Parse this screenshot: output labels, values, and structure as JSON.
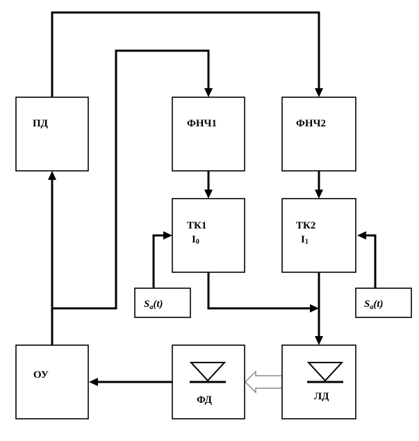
{
  "blocks": {
    "pd": {
      "label": "ПД"
    },
    "fnch1": {
      "label": "ФНЧ1"
    },
    "fnch2": {
      "label": "ФНЧ2"
    },
    "tk1": {
      "label": "ТК1",
      "current": "I",
      "current_sub": "0"
    },
    "tk2": {
      "label": "ТК2",
      "current": "I",
      "current_sub": "1"
    },
    "ou": {
      "label": "ОУ"
    },
    "fd": {
      "label": "ФД",
      "icon": "photodiode-icon"
    },
    "ld": {
      "label": "ЛД",
      "icon": "laser-diode-icon"
    }
  },
  "sources": {
    "left": {
      "main": "S",
      "sub": "a",
      "arg": "(t)"
    },
    "right": {
      "main": "S",
      "sub": "a",
      "arg": "(t)"
    }
  }
}
